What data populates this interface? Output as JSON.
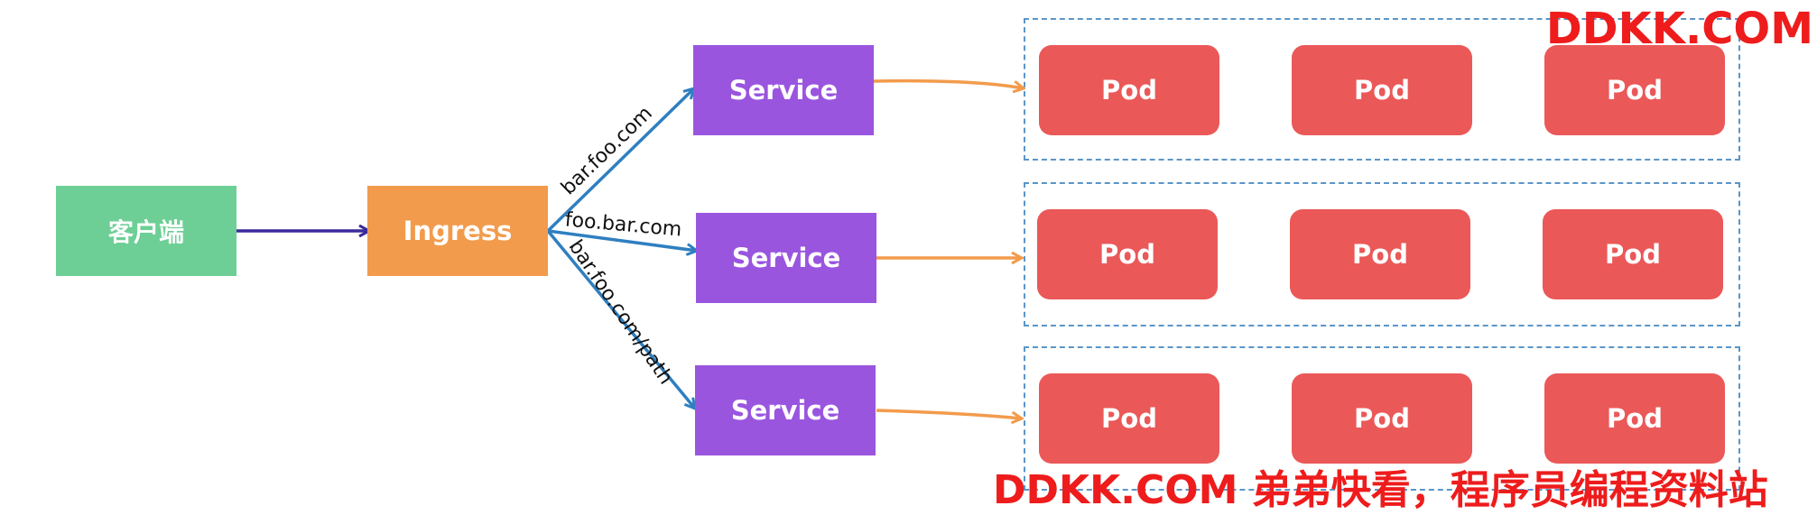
{
  "client": {
    "label": "客户端"
  },
  "ingress": {
    "label": "Ingress"
  },
  "routes": [
    "bar.foo.com",
    "foo.bar.com",
    "bar.foo.com/path"
  ],
  "services": [
    {
      "label": "Service"
    },
    {
      "label": "Service"
    },
    {
      "label": "Service"
    }
  ],
  "pod_groups": [
    {
      "pods": [
        "Pod",
        "Pod",
        "Pod"
      ]
    },
    {
      "pods": [
        "Pod",
        "Pod",
        "Pod"
      ]
    },
    {
      "pods": [
        "Pod",
        "Pod",
        "Pod"
      ]
    }
  ],
  "watermarks": {
    "top": "DDKK.COM",
    "bottom": "DDKK.COM 弟弟快看，程序员编程资料站"
  },
  "colors": {
    "client": "#6dcf95",
    "ingress": "#f29b4c",
    "service": "#9a55df",
    "pod": "#eb5858",
    "group_border": "#5b95c8",
    "client_arrow": "#3b2a9a",
    "route_arrow": "#2f7fc0",
    "service_arrow": "#f29b4c",
    "watermark": "#ee1c1c"
  }
}
